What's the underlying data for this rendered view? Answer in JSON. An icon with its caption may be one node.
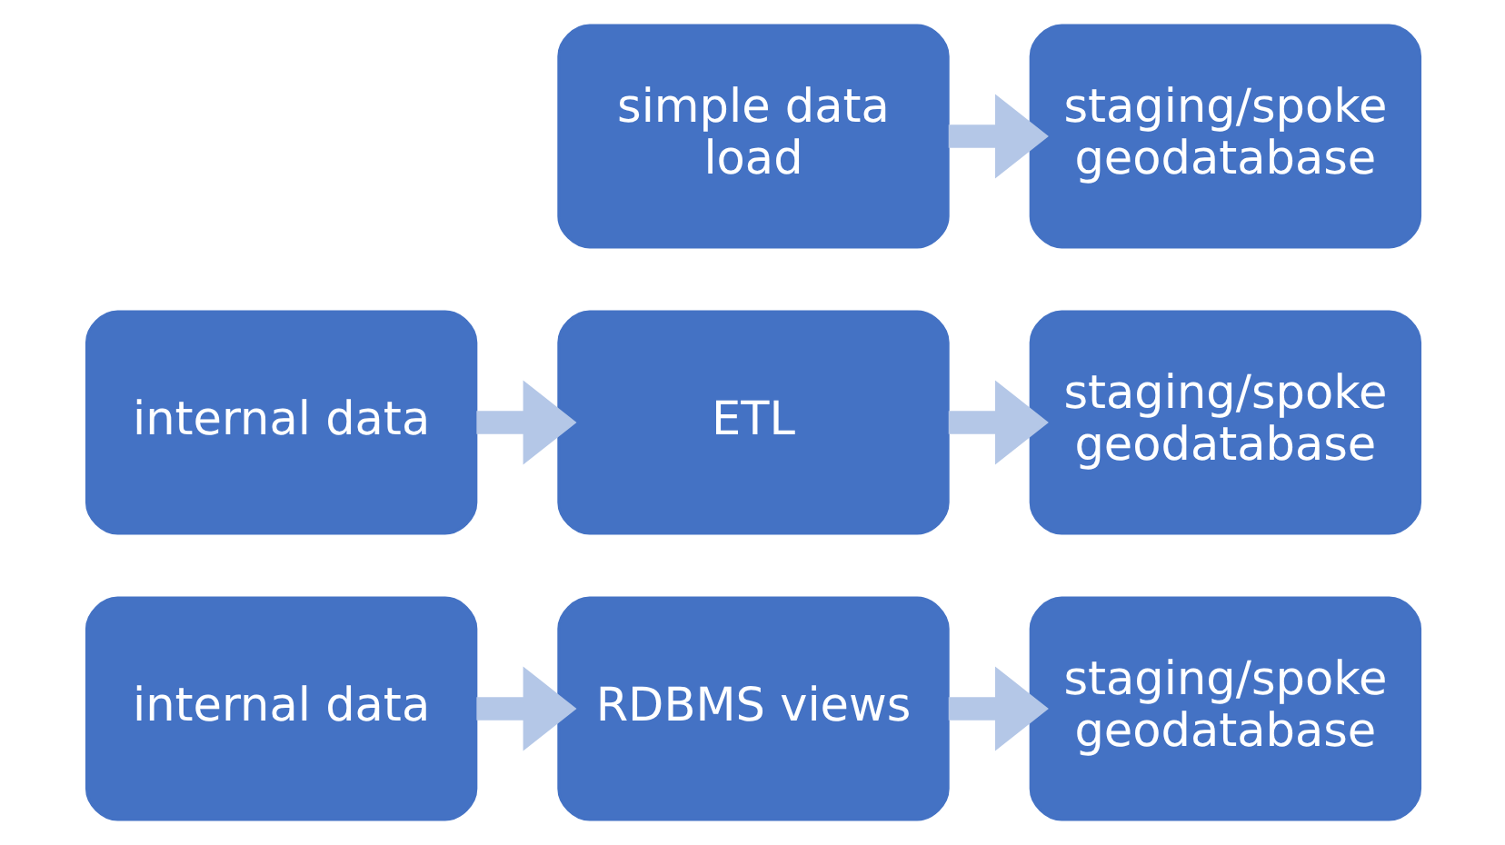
{
  "diagram": {
    "nodes": [
      {
        "text": [
          "simple data load"
        ]
      },
      {
        "text": [
          "staging/spoke geodatabase"
        ]
      },
      {
        "text": [
          "internal data"
        ]
      },
      {
        "text": [
          "ETL"
        ]
      },
      {
        "text": [
          "staging/spoke geodatabase"
        ]
      },
      {
        "text": [
          "internal data"
        ]
      },
      {
        "text": [
          "RDBMS views"
        ]
      },
      {
        "text": [
          "staging/spoke geodatabase"
        ]
      }
    ],
    "edges": [
      {
        "from": 0,
        "to": 1,
        "arrow": "to"
      },
      {
        "from": 2,
        "to": 3,
        "arrow": "to"
      },
      {
        "from": 3,
        "to": 4,
        "arrow": "to"
      },
      {
        "from": 5,
        "to": 6,
        "arrow": "to"
      },
      {
        "from": 6,
        "to": 7,
        "arrow": "to"
      }
    ]
  }
}
